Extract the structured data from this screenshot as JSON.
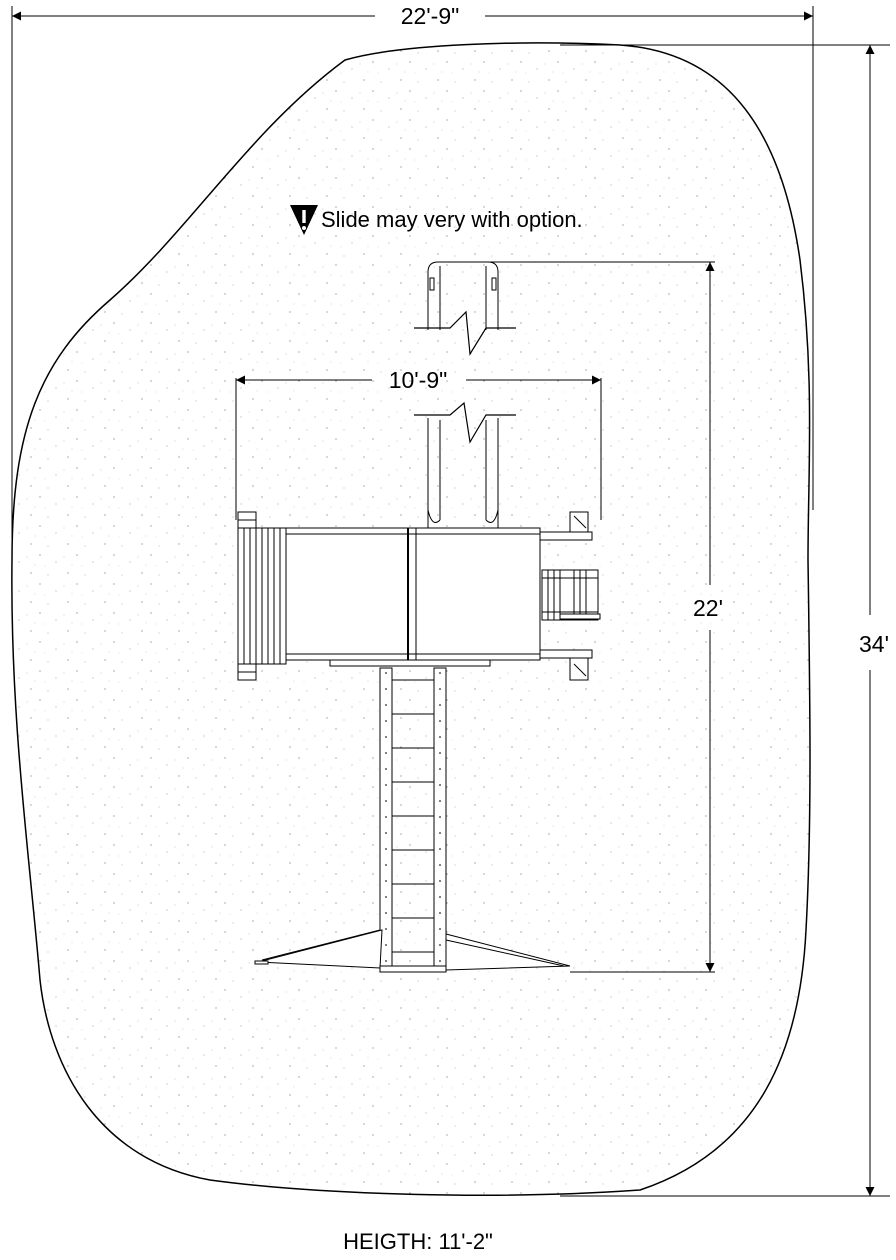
{
  "dimensions": {
    "overall_width": "22'-9\"",
    "overall_length": "34'",
    "platform_width": "10'-9\"",
    "structure_length": "22'"
  },
  "note": {
    "text": "Slide may very with option."
  },
  "footer": {
    "height_label": "HEIGTH: 11'-2\""
  }
}
